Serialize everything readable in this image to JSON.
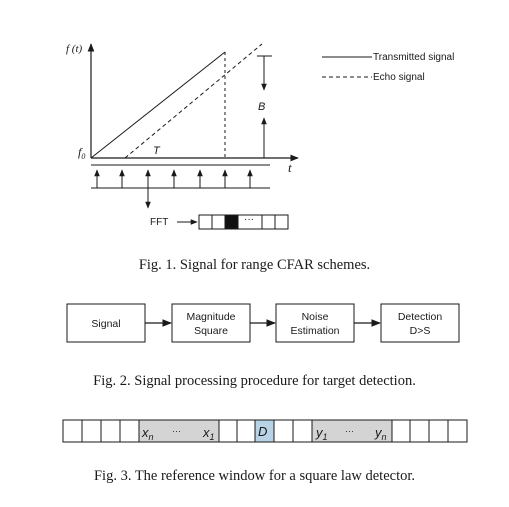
{
  "fig1": {
    "y_axis_label": "f (t)",
    "x_axis_label": "t",
    "origin_label": "f0",
    "period_label": "T",
    "bandwidth_label": "B",
    "legend": {
      "transmitted": "Transmitted signal",
      "echo": "Echo signal"
    },
    "fft_label": "FFT",
    "fft_ellipsis": "···",
    "caption": "Fig. 1.  Signal for range CFAR schemes."
  },
  "fig2": {
    "blocks": [
      {
        "line1": "Signal",
        "line2": ""
      },
      {
        "line1": "Magnitude",
        "line2": "Square"
      },
      {
        "line1": "Noise",
        "line2": "Estimation"
      },
      {
        "line1": "Detection",
        "line2": "D>S"
      }
    ],
    "caption": "Fig. 2.  Signal processing procedure for target detection."
  },
  "fig3": {
    "lead_cells": {
      "sub": "n",
      "last_sub": "1",
      "var": "x",
      "ellipsis": "···"
    },
    "cut_label": "D",
    "lag_cells": {
      "sub": "1",
      "last_sub": "n",
      "var": "y",
      "ellipsis": "···"
    },
    "caption": "Fig. 3.  The reference window for a square law detector."
  },
  "colors": {
    "ink": "#1a1a1a",
    "reference_cell_fill": "#d4d4d4",
    "cut_cell_fill": "#b9d3e6",
    "fft_black_bin": "#111111"
  }
}
